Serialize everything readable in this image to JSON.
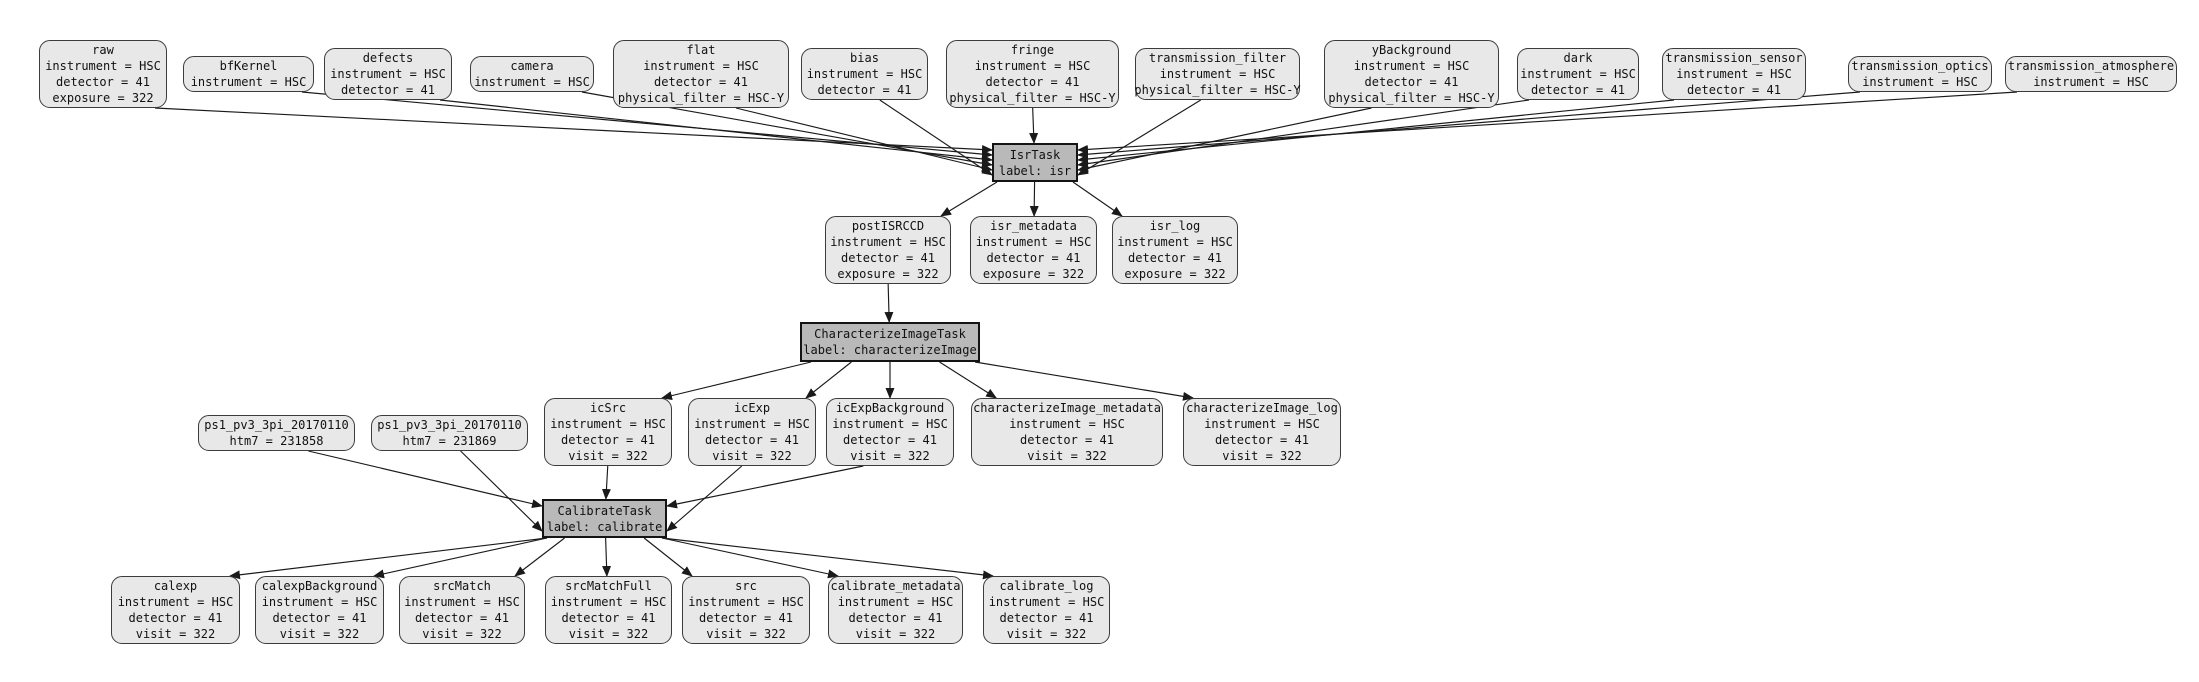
{
  "diagram": {
    "type": "pipeline-dag",
    "background": "#ffffff",
    "colors": {
      "dataset_fill": "#e8e8e8",
      "task_fill": "#b9b9b9",
      "node_border": "#3c3c3c",
      "task_border": "#141414",
      "edge": "#1a1a1a",
      "text": "#111111"
    },
    "nodes": [
      {
        "id": "raw",
        "kind": "dataset",
        "lines": [
          "raw",
          "instrument = HSC",
          "detector = 41",
          "exposure = 322"
        ]
      },
      {
        "id": "bfKernel",
        "kind": "dataset",
        "lines": [
          "bfKernel",
          "instrument = HSC"
        ]
      },
      {
        "id": "defects",
        "kind": "dataset",
        "lines": [
          "defects",
          "instrument = HSC",
          "detector = 41"
        ]
      },
      {
        "id": "camera",
        "kind": "dataset",
        "lines": [
          "camera",
          "instrument = HSC"
        ]
      },
      {
        "id": "flat",
        "kind": "dataset",
        "lines": [
          "flat",
          "instrument = HSC",
          "detector = 41",
          "physical_filter = HSC-Y"
        ]
      },
      {
        "id": "bias",
        "kind": "dataset",
        "lines": [
          "bias",
          "instrument = HSC",
          "detector = 41"
        ]
      },
      {
        "id": "fringe",
        "kind": "dataset",
        "lines": [
          "fringe",
          "instrument = HSC",
          "detector = 41",
          "physical_filter = HSC-Y"
        ]
      },
      {
        "id": "transmission_filter",
        "kind": "dataset",
        "lines": [
          "transmission_filter",
          "instrument = HSC",
          "physical_filter = HSC-Y"
        ]
      },
      {
        "id": "yBackground",
        "kind": "dataset",
        "lines": [
          "yBackground",
          "instrument = HSC",
          "detector = 41",
          "physical_filter = HSC-Y"
        ]
      },
      {
        "id": "dark",
        "kind": "dataset",
        "lines": [
          "dark",
          "instrument = HSC",
          "detector = 41"
        ]
      },
      {
        "id": "transmission_sensor",
        "kind": "dataset",
        "lines": [
          "transmission_sensor",
          "instrument = HSC",
          "detector = 41"
        ]
      },
      {
        "id": "transmission_optics",
        "kind": "dataset",
        "lines": [
          "transmission_optics",
          "instrument = HSC"
        ]
      },
      {
        "id": "transmission_atmosphere",
        "kind": "dataset",
        "lines": [
          "transmission_atmosphere",
          "instrument = HSC"
        ]
      },
      {
        "id": "IsrTask",
        "kind": "task",
        "lines": [
          "IsrTask",
          "label: isr"
        ]
      },
      {
        "id": "postISRCCD",
        "kind": "dataset",
        "lines": [
          "postISRCCD",
          "instrument = HSC",
          "detector = 41",
          "exposure = 322"
        ]
      },
      {
        "id": "isr_metadata",
        "kind": "dataset",
        "lines": [
          "isr_metadata",
          "instrument = HSC",
          "detector = 41",
          "exposure = 322"
        ]
      },
      {
        "id": "isr_log",
        "kind": "dataset",
        "lines": [
          "isr_log",
          "instrument = HSC",
          "detector = 41",
          "exposure = 322"
        ]
      },
      {
        "id": "CharacterizeImageTask",
        "kind": "task",
        "lines": [
          "CharacterizeImageTask",
          "label: characterizeImage"
        ]
      },
      {
        "id": "ps1_htm7_231858",
        "kind": "dataset",
        "lines": [
          "ps1_pv3_3pi_20170110",
          "htm7 = 231858"
        ]
      },
      {
        "id": "ps1_htm7_231869",
        "kind": "dataset",
        "lines": [
          "ps1_pv3_3pi_20170110",
          "htm7 = 231869"
        ]
      },
      {
        "id": "icSrc",
        "kind": "dataset",
        "lines": [
          "icSrc",
          "instrument = HSC",
          "detector = 41",
          "visit = 322"
        ]
      },
      {
        "id": "icExp",
        "kind": "dataset",
        "lines": [
          "icExp",
          "instrument = HSC",
          "detector = 41",
          "visit = 322"
        ]
      },
      {
        "id": "icExpBackground",
        "kind": "dataset",
        "lines": [
          "icExpBackground",
          "instrument = HSC",
          "detector = 41",
          "visit = 322"
        ]
      },
      {
        "id": "characterizeImage_metadata",
        "kind": "dataset",
        "lines": [
          "characterizeImage_metadata",
          "instrument = HSC",
          "detector = 41",
          "visit = 322"
        ]
      },
      {
        "id": "characterizeImage_log",
        "kind": "dataset",
        "lines": [
          "characterizeImage_log",
          "instrument = HSC",
          "detector = 41",
          "visit = 322"
        ]
      },
      {
        "id": "CalibrateTask",
        "kind": "task",
        "lines": [
          "CalibrateTask",
          "label: calibrate"
        ]
      },
      {
        "id": "calexp",
        "kind": "dataset",
        "lines": [
          "calexp",
          "instrument = HSC",
          "detector = 41",
          "visit = 322"
        ]
      },
      {
        "id": "calexpBackground",
        "kind": "dataset",
        "lines": [
          "calexpBackground",
          "instrument = HSC",
          "detector = 41",
          "visit = 322"
        ]
      },
      {
        "id": "srcMatch",
        "kind": "dataset",
        "lines": [
          "srcMatch",
          "instrument = HSC",
          "detector = 41",
          "visit = 322"
        ]
      },
      {
        "id": "srcMatchFull",
        "kind": "dataset",
        "lines": [
          "srcMatchFull",
          "instrument = HSC",
          "detector = 41",
          "visit = 322"
        ]
      },
      {
        "id": "src",
        "kind": "dataset",
        "lines": [
          "src",
          "instrument = HSC",
          "detector = 41",
          "visit = 322"
        ]
      },
      {
        "id": "calibrate_metadata",
        "kind": "dataset",
        "lines": [
          "calibrate_metadata",
          "instrument = HSC",
          "detector = 41",
          "visit = 322"
        ]
      },
      {
        "id": "calibrate_log",
        "kind": "dataset",
        "lines": [
          "calibrate_log",
          "instrument = HSC",
          "detector = 41",
          "visit = 322"
        ]
      }
    ],
    "edges": [
      [
        "raw",
        "IsrTask"
      ],
      [
        "bfKernel",
        "IsrTask"
      ],
      [
        "defects",
        "IsrTask"
      ],
      [
        "camera",
        "IsrTask"
      ],
      [
        "flat",
        "IsrTask"
      ],
      [
        "bias",
        "IsrTask"
      ],
      [
        "fringe",
        "IsrTask"
      ],
      [
        "transmission_filter",
        "IsrTask"
      ],
      [
        "yBackground",
        "IsrTask"
      ],
      [
        "dark",
        "IsrTask"
      ],
      [
        "transmission_sensor",
        "IsrTask"
      ],
      [
        "transmission_optics",
        "IsrTask"
      ],
      [
        "transmission_atmosphere",
        "IsrTask"
      ],
      [
        "IsrTask",
        "postISRCCD"
      ],
      [
        "IsrTask",
        "isr_metadata"
      ],
      [
        "IsrTask",
        "isr_log"
      ],
      [
        "postISRCCD",
        "CharacterizeImageTask"
      ],
      [
        "CharacterizeImageTask",
        "icSrc"
      ],
      [
        "CharacterizeImageTask",
        "icExp"
      ],
      [
        "CharacterizeImageTask",
        "icExpBackground"
      ],
      [
        "CharacterizeImageTask",
        "characterizeImage_metadata"
      ],
      [
        "CharacterizeImageTask",
        "characterizeImage_log"
      ],
      [
        "ps1_htm7_231858",
        "CalibrateTask"
      ],
      [
        "ps1_htm7_231869",
        "CalibrateTask"
      ],
      [
        "icSrc",
        "CalibrateTask"
      ],
      [
        "icExp",
        "CalibrateTask"
      ],
      [
        "icExpBackground",
        "CalibrateTask"
      ],
      [
        "CalibrateTask",
        "calexp"
      ],
      [
        "CalibrateTask",
        "calexpBackground"
      ],
      [
        "CalibrateTask",
        "srcMatch"
      ],
      [
        "CalibrateTask",
        "srcMatchFull"
      ],
      [
        "CalibrateTask",
        "src"
      ],
      [
        "CalibrateTask",
        "calibrate_metadata"
      ],
      [
        "CalibrateTask",
        "calibrate_log"
      ]
    ]
  }
}
